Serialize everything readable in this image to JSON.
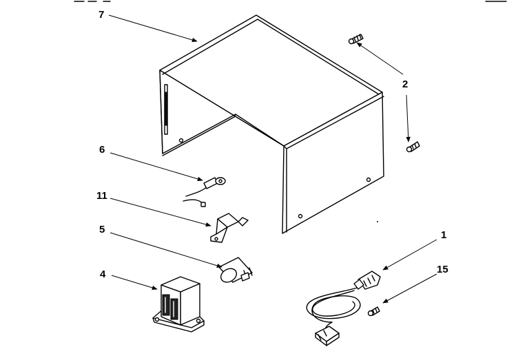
{
  "callouts": {
    "c7": "7",
    "c2": "2",
    "c6": "6",
    "c11": "11",
    "c5": "5",
    "c4": "4",
    "c1": "1",
    "c15": "15"
  },
  "colors": {
    "ink": "#000000",
    "background": "#ffffff"
  }
}
